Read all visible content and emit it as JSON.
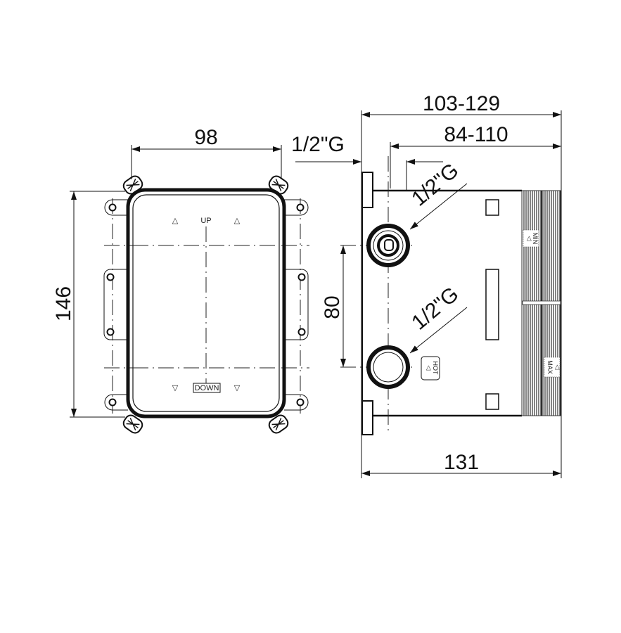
{
  "drawing": {
    "front_view": {
      "width_dim": "98",
      "height_dim": "146",
      "label_up": "UP",
      "label_down": "DOWN"
    },
    "side_view": {
      "overall_depth_dim": "103-129",
      "adjust_depth_dim": "84-110",
      "base_depth_dim": "131",
      "port_spacing_dim": "80",
      "thread_label_top": "1/2\"G",
      "port_label_upper": "1/2\"G",
      "port_label_lower": "1/2\"G",
      "label_hot": "HOT",
      "label_min": "MIN",
      "label_max": "MAX"
    }
  }
}
